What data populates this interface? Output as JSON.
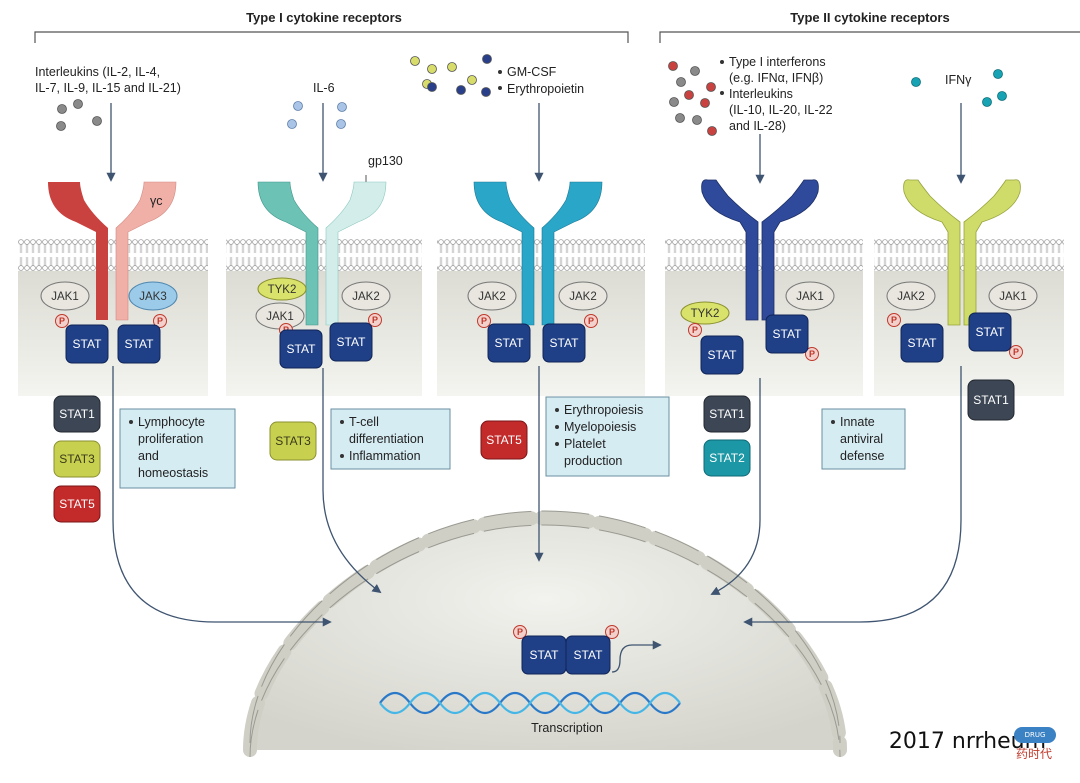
{
  "headers": {
    "type1": "Type I cytokine receptors",
    "type2": "Type II cytokine receptors"
  },
  "ligands": {
    "il_group_lines": [
      "Interleukins (IL-2, IL-4,",
      "IL-7, IL-9, IL-15 and IL-21)"
    ],
    "il6": "IL-6",
    "gp130": "gp130",
    "gc": "γc",
    "gmcsf": "GM-CSF",
    "epo": "Erythropoietin",
    "ifn_lines": [
      "Type I interferons",
      "(e.g. IFNα, IFNβ)"
    ],
    "il_type2_lines": [
      "Interleukins",
      "(IL-10, IL-20, IL-22",
      "and IL-28)"
    ],
    "ifng": "IFNγ"
  },
  "kinases": {
    "jak1": "JAK1",
    "jak2": "JAK2",
    "jak3": "JAK3",
    "tyk2": "TYK2"
  },
  "stat": "STAT",
  "phospho": "P",
  "stat_types": {
    "stat1": "STAT1",
    "stat2": "STAT2",
    "stat3": "STAT3",
    "stat5": "STAT5"
  },
  "outcomes": {
    "box1": [
      "Lymphocyte",
      "proliferation",
      "and",
      "homeostasis"
    ],
    "box2": [
      "T-cell",
      "differentiation",
      "Inflammation"
    ],
    "box3": [
      "Erythropoiesis",
      "Myelopoiesis",
      "Platelet",
      "production"
    ],
    "box4": [
      "Innate",
      "antiviral",
      "defense"
    ]
  },
  "transcription": "Transcription",
  "credit": "2017 nrrheum",
  "logo": {
    "badge": "DRUG TIMES",
    "chinese": "药时代"
  },
  "colors": {
    "stat_blue": "#1f3f86",
    "receptor_red": "#c9423f",
    "receptor_teal": "#6cc2b5",
    "receptor_cyan": "#2aa6c9",
    "receptor_navy": "#2f4a9a",
    "receptor_yellowgreen": "#c9d45a",
    "outcome_box": "#d6ecf3"
  }
}
